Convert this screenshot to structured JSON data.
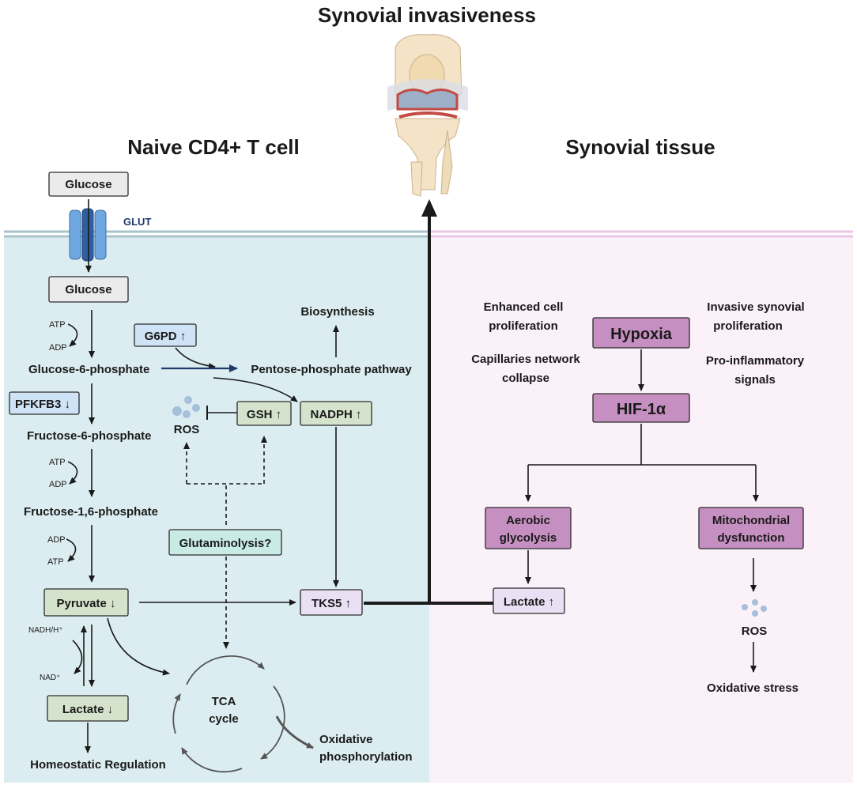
{
  "titles": {
    "top": "Synovial invasiveness",
    "left": "Naive CD4+ T cell",
    "right": "Synovial tissue"
  },
  "left_panel": {
    "glucose_outside": "Glucose",
    "glut": "GLUT",
    "glucose_inside": "Glucose",
    "atp_1": "ATP",
    "adp_1": "ADP",
    "glucose_6_phosphate": "Glucose-6-phosphate",
    "pfkfb3": "PFKFB3",
    "fructose_6_phosphate": "Fructose-6-phosphate",
    "atp_2": "ATP",
    "adp_2": "ADP",
    "fructose_16_phosphate": "Fructose-1,6-phosphate",
    "adp_3": "ADP",
    "atp_3": "ATP",
    "pyruvate": "Pyruvate",
    "nadh": "NADH/H⁺",
    "nad": "NAD⁺",
    "lactate": "Lactate",
    "homeostatic": "Homeostatic Regulation",
    "g6pd": "G6PD",
    "biosynthesis": "Biosynthesis",
    "ppp": "Pentose-phosphate pathway",
    "ros": "ROS",
    "gsh": "GSH",
    "nadph": "NADPH",
    "glutaminolysis": "Glutaminolysis?",
    "tks5": "TKS5",
    "tca_line1": "TCA",
    "tca_line2": "cycle",
    "oxphos_line1": "Oxidative",
    "oxphos_line2": "phosphorylation",
    "arrow_up": "↑",
    "arrow_down": "↓"
  },
  "right_panel": {
    "enhanced_line1": "Enhanced cell",
    "enhanced_line2": "proliferation",
    "capillaries_line1": "Capillaries network",
    "capillaries_line2": "collapse",
    "invasive_line1": "Invasive synovial",
    "invasive_line2": "proliferation",
    "proinflam_line1": "Pro-inflammatory",
    "proinflam_line2": "signals",
    "hypoxia": "Hypoxia",
    "hif": "HIF-1α",
    "aerobic_line1": "Aerobic",
    "aerobic_line2": "glycolysis",
    "mito_line1": "Mitochondrial",
    "mito_line2": "dysfunction",
    "lactate": "Lactate",
    "ros": "ROS",
    "oxidative_stress": "Oxidative stress"
  },
  "colors": {
    "left_bg": "#dcedf1",
    "right_bg": "#fbf1f8",
    "membrane_left": "#a9c3cc",
    "membrane_right": "#e9c6e6",
    "grey_box": "#ebebeb",
    "blue_box": "#cfe3f7",
    "green_box": "#d5e3cd",
    "teal_box": "#c8ebe6",
    "lilac_box": "#e9e1f3",
    "purple_box": "#c68fc2",
    "glut_blue": "#6fa8e0",
    "ros_dot": "#a5bfdc"
  }
}
